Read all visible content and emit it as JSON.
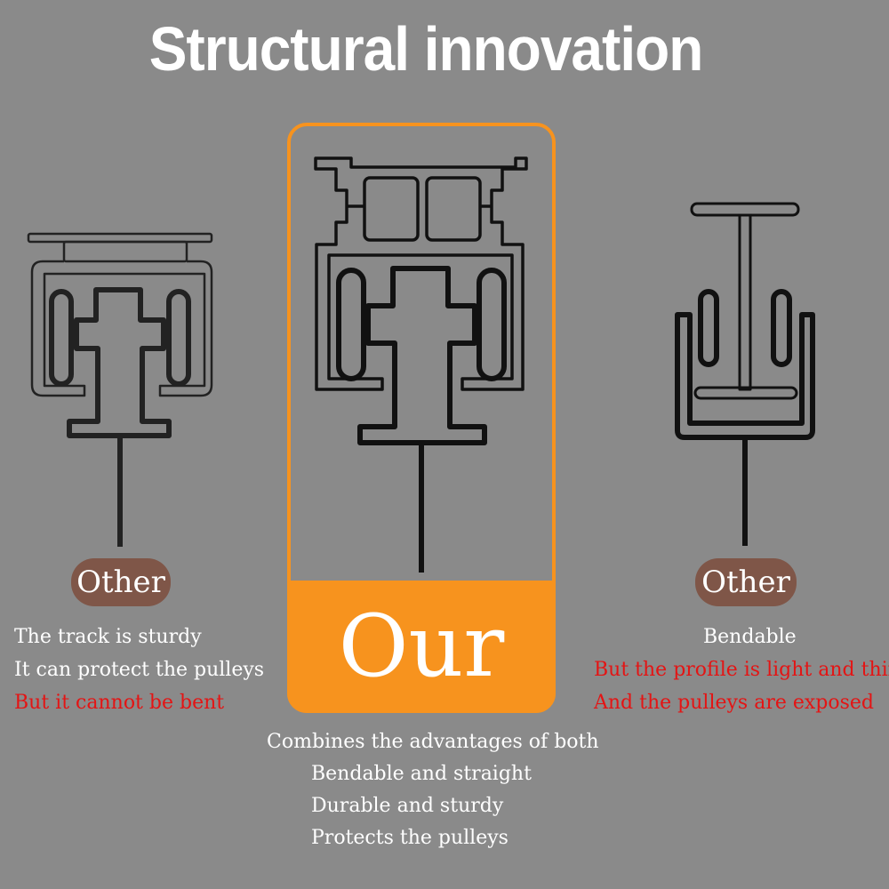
{
  "title": "Structural innovation",
  "left": {
    "badge": "Other",
    "lines": [
      "The track is sturdy",
      "It can protect the pulleys",
      "But it cannot be bent"
    ]
  },
  "center": {
    "badge": "Our",
    "lines": [
      "Combines the advantages of both",
      "Bendable and straight",
      "Durable and sturdy",
      "Protects the pulleys"
    ]
  },
  "right": {
    "badge": "Other",
    "lines": [
      "Bendable",
      "But the profile is light and thin",
      "And the pulleys are exposed"
    ]
  },
  "colors": {
    "background": "#8a8a8a",
    "accent": "#f7931e",
    "badge": "#7f5648",
    "warning_text": "#e41414"
  }
}
